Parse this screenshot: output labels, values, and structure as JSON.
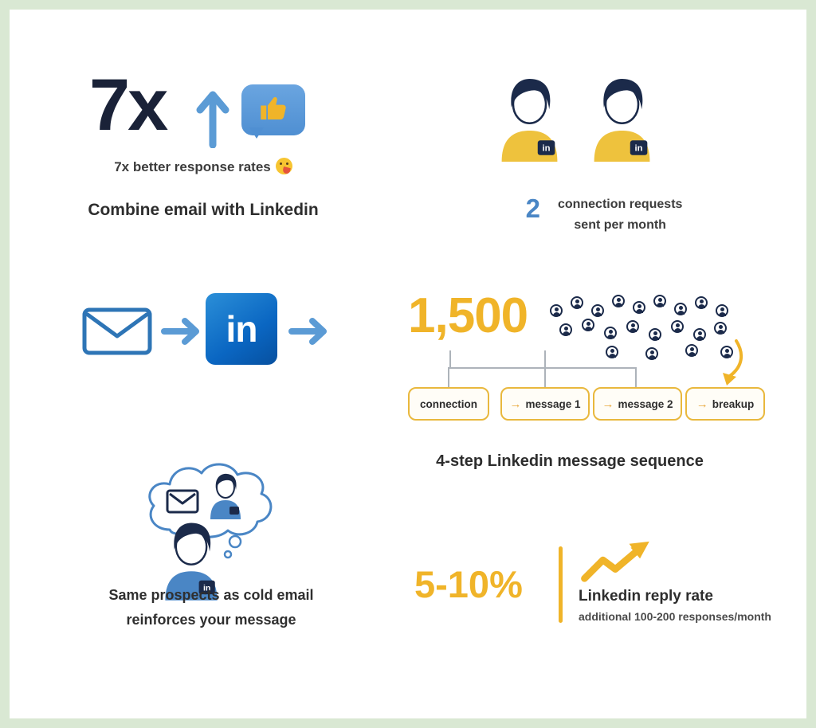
{
  "colors": {
    "navy": "#1a2238",
    "blue": "#4a86c5",
    "linkedin_blue": "#0a66c2",
    "gold": "#f0b429",
    "text_dark": "#2d2d2d",
    "background_green": "#d9e8d3"
  },
  "response_section": {
    "stat": "7x",
    "caption": "7x better response rates",
    "title": "Combine email with Linkedin"
  },
  "requests_section": {
    "stat": "2",
    "line1": "connection requests",
    "line2": "sent per month"
  },
  "flow_section": {
    "linkedin_label": "in"
  },
  "sequence_section": {
    "stat": "1,500",
    "arrow": "→",
    "steps": [
      "connection",
      "message 1",
      "message 2",
      "breakup"
    ],
    "title": "4-step Linkedin message sequence"
  },
  "prospects_section": {
    "line1": "Same prospects as cold email",
    "line2": "reinforces your message"
  },
  "reply_section": {
    "stat": "5-10%",
    "title": "Linkedin reply rate",
    "subtitle": "additional 100-200 responses/month"
  },
  "avatar_badge": "in"
}
